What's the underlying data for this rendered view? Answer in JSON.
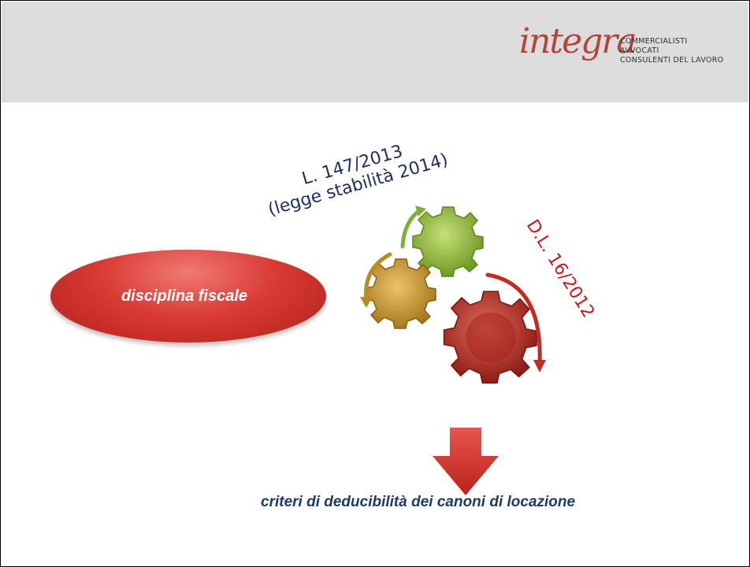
{
  "logo": {
    "script_text": "integra",
    "lines": [
      "COMMERCIALISTI",
      "AVVOCATI",
      "CONSULENTI DEL LAVORO"
    ],
    "color": "#b5453c"
  },
  "law_label": {
    "line1": "L. 147/2013",
    "line2": "(legge stabilità 2014)"
  },
  "dl_label": "D.L. 16/2012",
  "pill_text": "disciplina fiscale",
  "footer_text": "criteri di deducibilità dei canoni di locazione",
  "colors": {
    "header_band": "#dcdcdc",
    "pill": "#d93a34",
    "gear_green": "#8fb83c",
    "gear_gold": "#c89a2e",
    "gear_red": "#b5281f",
    "arrow": "#d8342c",
    "footer_text": "#1f3a63",
    "law_text": "#1d2f5e",
    "dl_text": "#c11a1a"
  },
  "icons": [
    "gears-cycle-icon",
    "arrow-down-icon"
  ]
}
